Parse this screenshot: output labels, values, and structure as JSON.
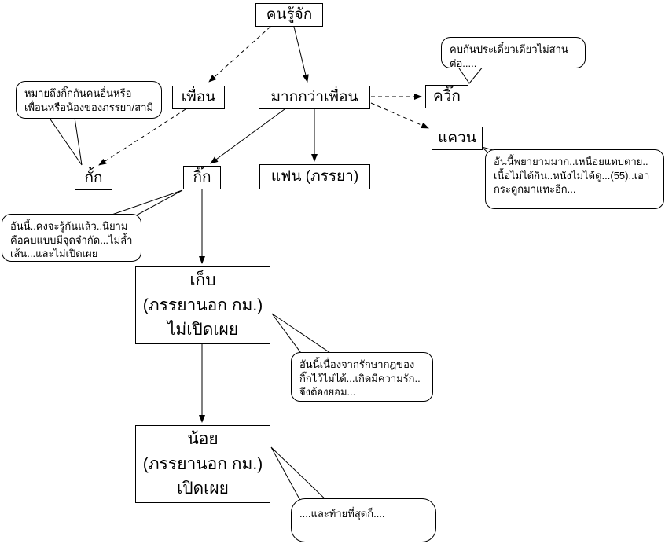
{
  "nodes": {
    "acquaintance": {
      "label": "คนรู้จัก"
    },
    "friend": {
      "label": "เพื่อน"
    },
    "more_than_friend": {
      "label": "มากกว่าเพื่อน"
    },
    "kwik": {
      "label": "ควิ๊ก"
    },
    "kwaen": {
      "label": "แควน"
    },
    "gak": {
      "label": "กั้ก"
    },
    "gik": {
      "label": "กิ๊ก"
    },
    "fan": {
      "label": "แฟน (ภรรยา)"
    },
    "kep": {
      "lines": [
        "เก็บ",
        "(ภรรยานอก กม.)",
        "ไม่เปิดเผย"
      ]
    },
    "noi": {
      "lines": [
        "น้อย",
        "(ภรรยานอก กม.)",
        "เปิดเผย"
      ]
    }
  },
  "callouts": {
    "gak_note": {
      "lines": [
        "หมายถึงกิ๊กกันคนอื่นหรือ",
        "เพื่อนหรือน้องของภรรยา/สามี"
      ]
    },
    "kwik_note": {
      "lines": [
        "คบกันประเดี๋ยวเดียวไม่สาน",
        "ต่อ....."
      ]
    },
    "kwaen_note": {
      "lines": [
        "อันนี้พยายามมาก..เหนื่อยแทบตาย..",
        "เนื้อไม่ได้กิน..หนังไม่ได้ดู...(55)..เอา",
        "กระดูกมาแทะอีก..."
      ]
    },
    "gik_note": {
      "lines": [
        "อันนี้..คงจะรู้กันแล้ว..นิยาม",
        "คือคบแบบมีจุดจำกัด...ไม่ล้ำ",
        "เส้น...และไม่เปิดเผย"
      ]
    },
    "kep_note": {
      "lines": [
        "อันนี้เนื่องจากรักษากฎของ",
        "กิ๊กไว้ไม่ได้...เกิดมีความรัก..",
        "จึงต้องยอม..."
      ]
    },
    "noi_note": {
      "lines": [
        "....และท้ายที่สุดก็...."
      ]
    }
  },
  "edges": [
    {
      "from": "คนรู้จัก",
      "to": "เพื่อน",
      "style": "dashed"
    },
    {
      "from": "คนรู้จัก",
      "to": "มากกว่าเพื่อน",
      "style": "solid"
    },
    {
      "from": "มากกว่าเพื่อน",
      "to": "ควิ๊ก",
      "style": "dashed"
    },
    {
      "from": "มากกว่าเพื่อน",
      "to": "แควน",
      "style": "dashed"
    },
    {
      "from": "มากกว่าเพื่อน",
      "to": "แฟน (ภรรยา)",
      "style": "solid"
    },
    {
      "from": "มากกว่าเพื่อน",
      "to": "กิ๊ก",
      "style": "solid"
    },
    {
      "from": "เพื่อน",
      "to": "กั้ก",
      "style": "dashed"
    },
    {
      "from": "กิ๊ก",
      "to": "เก็บ (ภรรยานอก กม.) ไม่เปิดเผย",
      "style": "solid"
    },
    {
      "from": "เก็บ (ภรรยานอก กม.) ไม่เปิดเผย",
      "to": "น้อย (ภรรยานอก กม.) เปิดเผย",
      "style": "solid"
    }
  ],
  "colors": {
    "background": "#ffffff",
    "line": "#000000",
    "box_border": "#000000",
    "text": "#000000"
  }
}
